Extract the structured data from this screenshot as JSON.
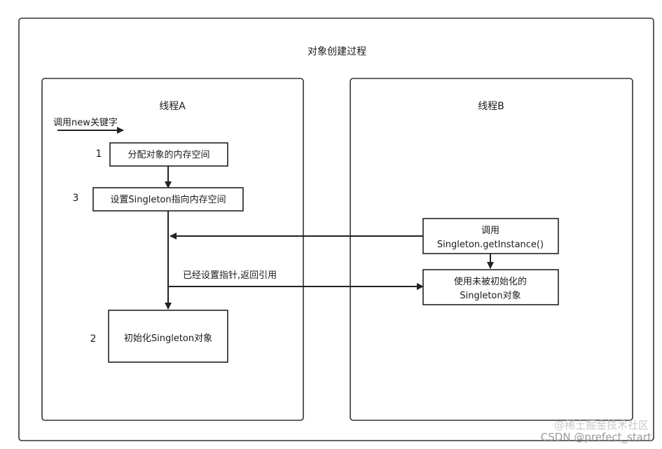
{
  "diagram": {
    "title": "对象创建过程",
    "thread_a": {
      "label": "线程A",
      "new_keyword": "调用new关键字",
      "steps": [
        {
          "num": "1",
          "text": "分配对象的内存空间"
        },
        {
          "num": "3",
          "text": "设置Singleton指向内存空间"
        },
        {
          "num": "2",
          "text": "初始化Singleton对象"
        }
      ],
      "return_note": "已经设置指针,返回引用"
    },
    "thread_b": {
      "label": "线程B",
      "call_line1": "调用",
      "call_line2": "Singleton.getInstance()",
      "use_line1": "使用未被初始化的",
      "use_line2": "Singleton对象"
    }
  },
  "watermark": {
    "line1": "@稀土掘金技术社区",
    "line2": "CSDN @prefect_start"
  }
}
